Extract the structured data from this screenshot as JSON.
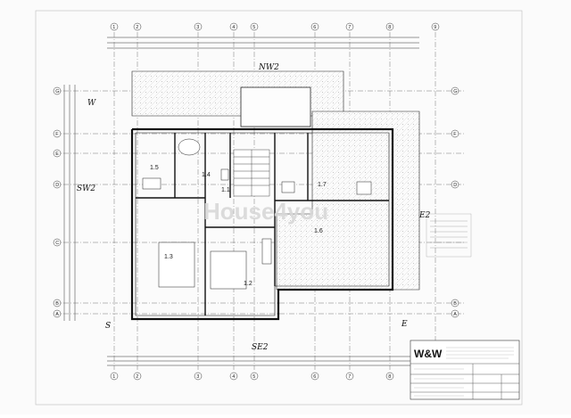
{
  "watermark": "House4you",
  "rooms": {
    "r11": "1.1",
    "r12": "1.2",
    "r13": "1.3",
    "r14": "1.4",
    "r15": "1.5",
    "r16": "1.6",
    "r17": "1.7"
  },
  "grid_columns": [
    "1",
    "2",
    "3",
    "4",
    "5",
    "6",
    "7",
    "8",
    "9"
  ],
  "grid_rows": [
    "A",
    "B",
    "C",
    "D",
    "E",
    "F",
    "G"
  ],
  "handwritten": {
    "nw2": "NW2",
    "w": "W",
    "sw2": "SW2",
    "e2": "E2",
    "s": "S",
    "e": "E",
    "se2": "SE2"
  },
  "title_block": {
    "logo": "W&W"
  }
}
